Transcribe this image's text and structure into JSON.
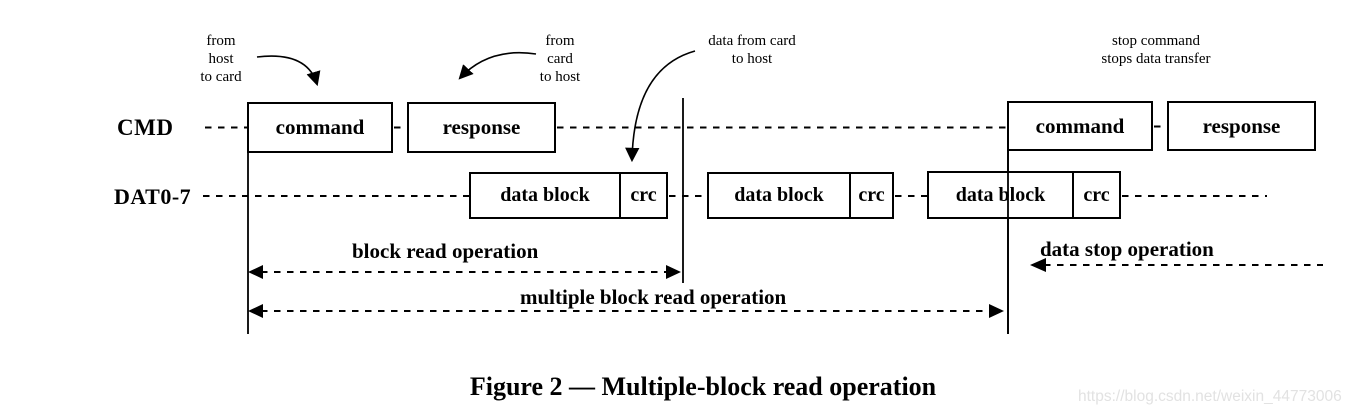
{
  "figure": {
    "labels": {
      "cmd": "CMD",
      "dat": "DAT0-7"
    },
    "annotations": {
      "from_host_to_card": "from\nhost\nto card",
      "from_card_to_host": "from\ncard\nto host",
      "data_from_card_to_host": "data from card\nto host",
      "stop_command": "stop command\nstops data transfer"
    },
    "cmd_row": {
      "command1": "command",
      "response1": "response",
      "command2": "command",
      "response2": "response"
    },
    "dat_row": {
      "blocks": [
        {
          "label": "data block",
          "crc": "crc"
        },
        {
          "label": "data block",
          "crc": "crc"
        },
        {
          "label": "data block",
          "crc": "crc"
        }
      ]
    },
    "operations": {
      "block_read": "block read operation",
      "multiple_block_read": "multiple block read operation",
      "data_stop": "data stop operation"
    },
    "caption": "Figure 2 — Multiple-block read operation",
    "watermark": "https://blog.csdn.net/weixin_44773006",
    "colors": {
      "ink": "#000000",
      "watermark": "#e2e2e2",
      "background": "#ffffff"
    }
  }
}
